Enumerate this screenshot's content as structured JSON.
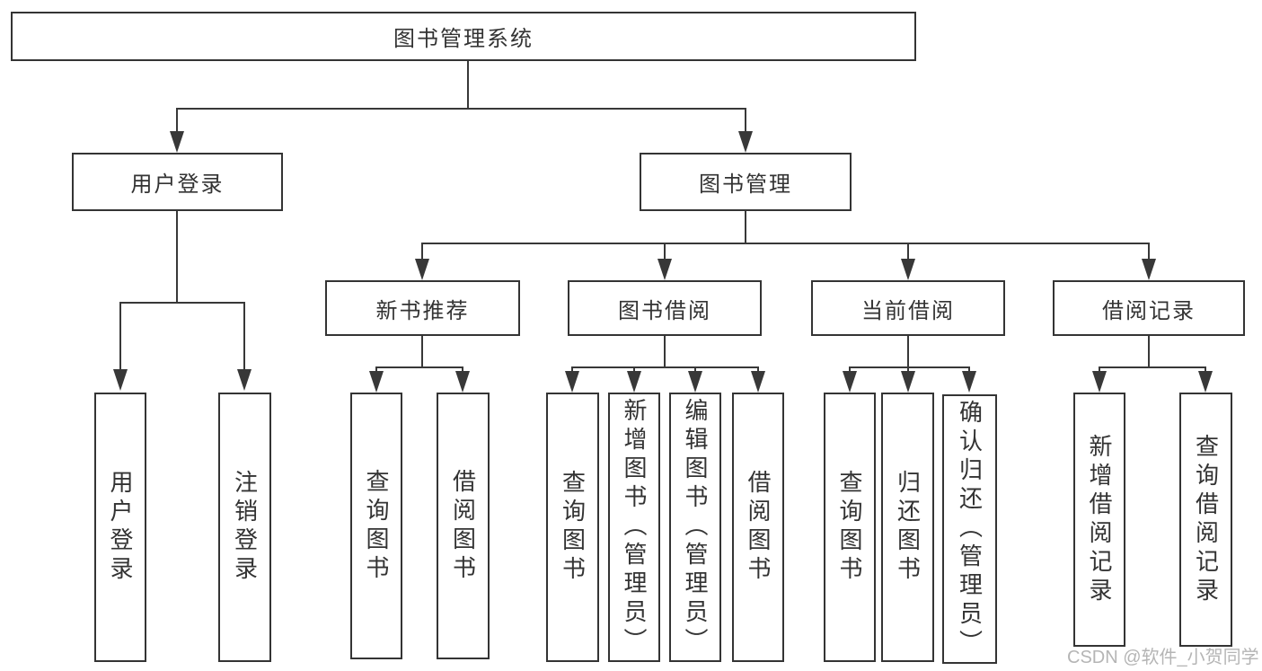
{
  "diagram": {
    "root": {
      "label": "图书管理系统"
    },
    "branches": [
      {
        "label": "用户登录",
        "children": [
          {
            "label": "用户登录"
          },
          {
            "label": "注销登录"
          }
        ]
      },
      {
        "label": "图书管理",
        "groups": [
          {
            "label": "新书推荐",
            "children": [
              {
                "label": "查询图书"
              },
              {
                "label": "借阅图书"
              }
            ]
          },
          {
            "label": "图书借阅",
            "children": [
              {
                "label": "查询图书"
              },
              {
                "label": "新增图书（管理员）"
              },
              {
                "label": "编辑图书（管理员）"
              },
              {
                "label": "借阅图书"
              }
            ]
          },
          {
            "label": "当前借阅",
            "children": [
              {
                "label": "查询图书"
              },
              {
                "label": "归还图书"
              },
              {
                "label": "确认归还（管理员）"
              }
            ]
          },
          {
            "label": "借阅记录",
            "children": [
              {
                "label": "新增借阅记录"
              },
              {
                "label": "查询借阅记录"
              }
            ]
          }
        ]
      }
    ]
  },
  "watermark": {
    "text": "CSDN @软件_小贺同学"
  },
  "colors": {
    "line": "#383838",
    "border": "#343434",
    "text": "#333333",
    "watermark": "#b5b5b5",
    "background": "#ffffff"
  }
}
